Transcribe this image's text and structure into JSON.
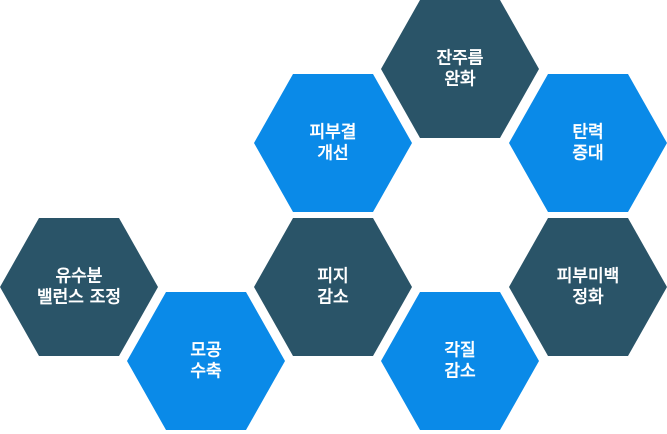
{
  "colors": {
    "dark": "#2a5468",
    "blue": "#0a8ae8"
  },
  "hexagons": [
    {
      "id": "wrinkle",
      "lines": [
        "잔주름",
        "완화"
      ],
      "color": "dark"
    },
    {
      "id": "texture",
      "lines": [
        "피부결",
        "개선"
      ],
      "color": "blue"
    },
    {
      "id": "elasticity",
      "lines": [
        "탄력",
        "증대"
      ],
      "color": "blue"
    },
    {
      "id": "sebum",
      "lines": [
        "피지",
        "감소"
      ],
      "color": "dark"
    },
    {
      "id": "whitening",
      "lines": [
        "피부미백",
        "정화"
      ],
      "color": "dark"
    },
    {
      "id": "moisture",
      "lines": [
        "유수분",
        "밸런스 조정"
      ],
      "color": "dark"
    },
    {
      "id": "pore",
      "lines": [
        "모공",
        "수축"
      ],
      "color": "blue"
    },
    {
      "id": "keratin",
      "lines": [
        "각질",
        "감소"
      ],
      "color": "blue"
    }
  ]
}
